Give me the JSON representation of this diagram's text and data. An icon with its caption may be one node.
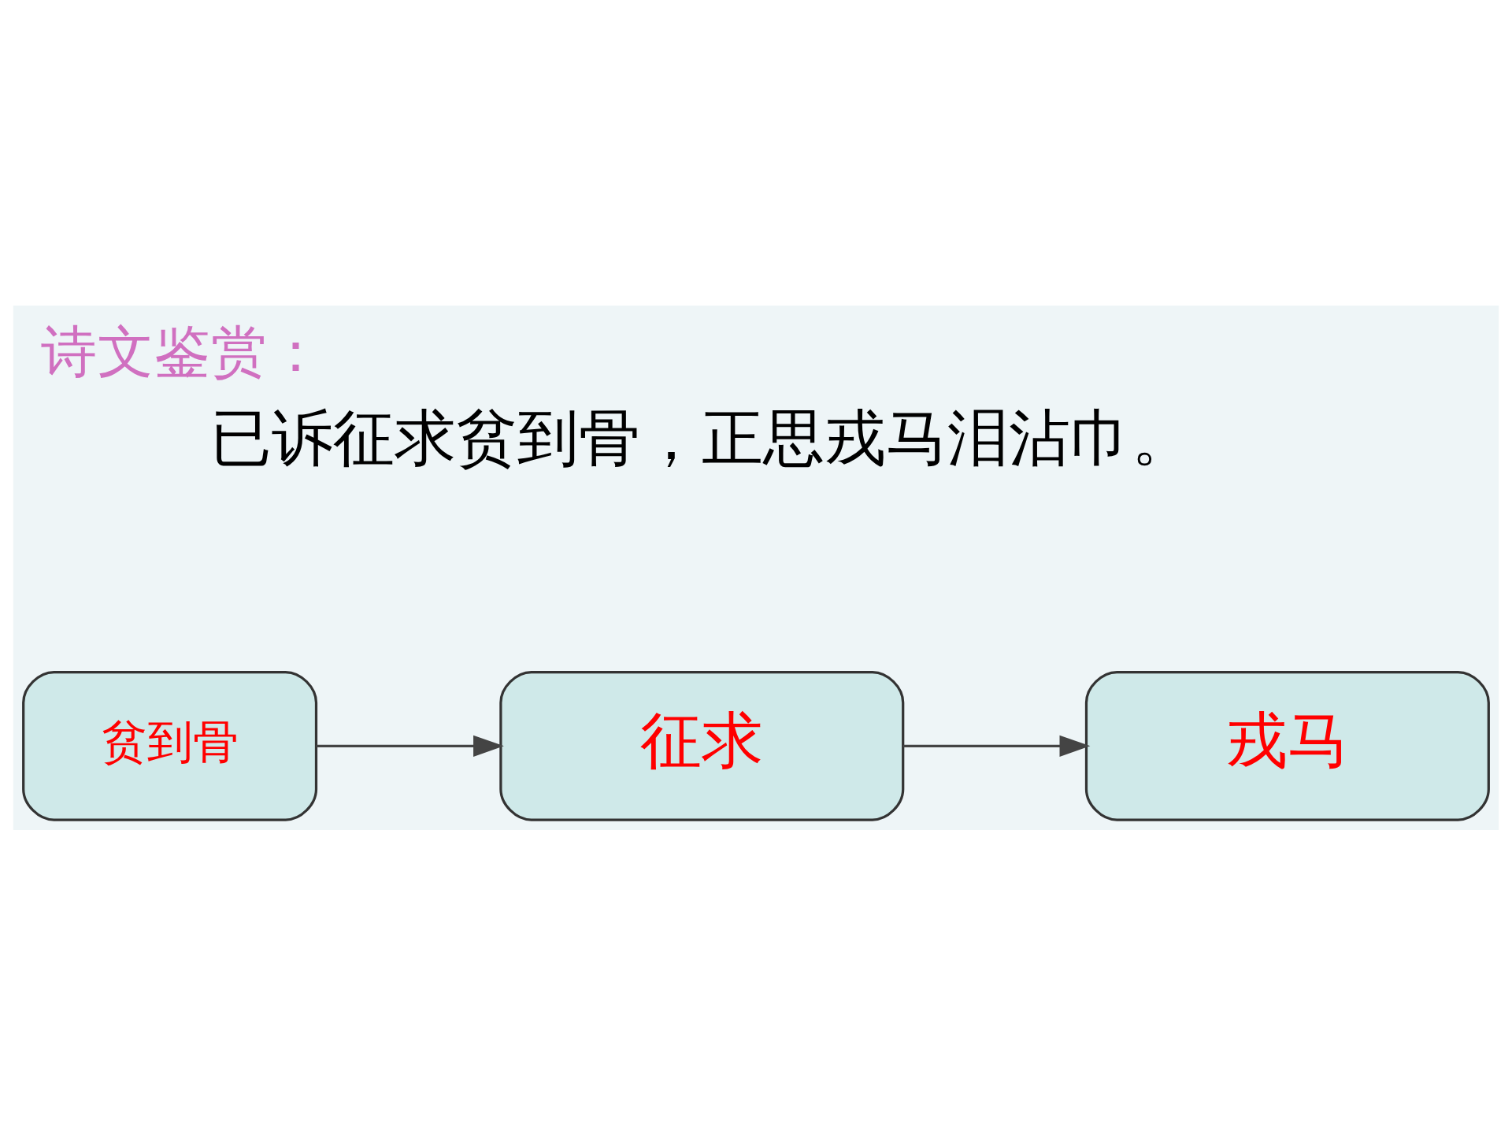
{
  "diagram": {
    "title": "诗文鉴赏：",
    "nodes": [
      {
        "text": [
          "贫到骨"
        ]
      },
      {
        "text": [
          "征求"
        ]
      },
      {
        "text": [
          "戎马"
        ]
      }
    ],
    "edges": [
      {
        "from": 0,
        "to": 1,
        "arrow": "to"
      },
      {
        "from": 1,
        "to": 2,
        "arrow": "to"
      }
    ],
    "labels": [
      "已诉征求贫到骨，正思戎马泪沾巾。"
    ]
  }
}
